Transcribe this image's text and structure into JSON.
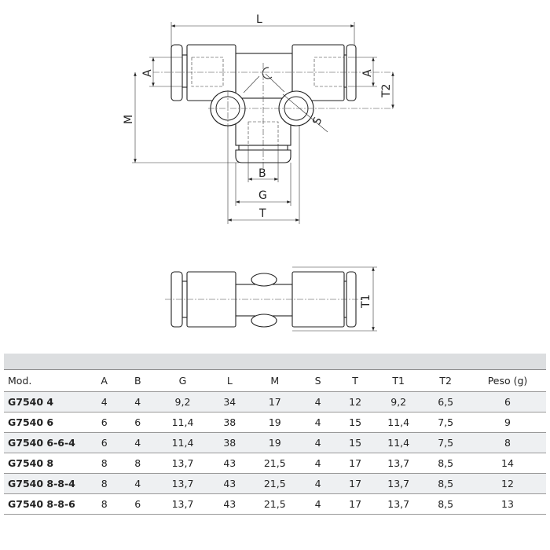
{
  "drawing": {
    "labels": {
      "L": "L",
      "A_left": "A",
      "A_right": "A",
      "T2": "T2",
      "M": "M",
      "S": "S",
      "B": "B",
      "G": "G",
      "T": "T",
      "T1": "T1"
    }
  },
  "table": {
    "headers": [
      "Mod.",
      "A",
      "B",
      "G",
      "L",
      "M",
      "S",
      "T",
      "T1",
      "T2",
      "Peso (g)"
    ],
    "rows": [
      [
        "G7540 4",
        "4",
        "4",
        "9,2",
        "34",
        "17",
        "4",
        "12",
        "9,2",
        "6,5",
        "6"
      ],
      [
        "G7540 6",
        "6",
        "6",
        "11,4",
        "38",
        "19",
        "4",
        "15",
        "11,4",
        "7,5",
        "9"
      ],
      [
        "G7540 6-6-4",
        "6",
        "4",
        "11,4",
        "38",
        "19",
        "4",
        "15",
        "11,4",
        "7,5",
        "8"
      ],
      [
        "G7540 8",
        "8",
        "8",
        "13,7",
        "43",
        "21,5",
        "4",
        "17",
        "13,7",
        "8,5",
        "14"
      ],
      [
        "G7540 8-8-4",
        "8",
        "4",
        "13,7",
        "43",
        "21,5",
        "4",
        "17",
        "13,7",
        "8,5",
        "12"
      ],
      [
        "G7540 8-8-6",
        "8",
        "6",
        "13,7",
        "43",
        "21,5",
        "4",
        "17",
        "13,7",
        "8,5",
        "13"
      ]
    ]
  }
}
